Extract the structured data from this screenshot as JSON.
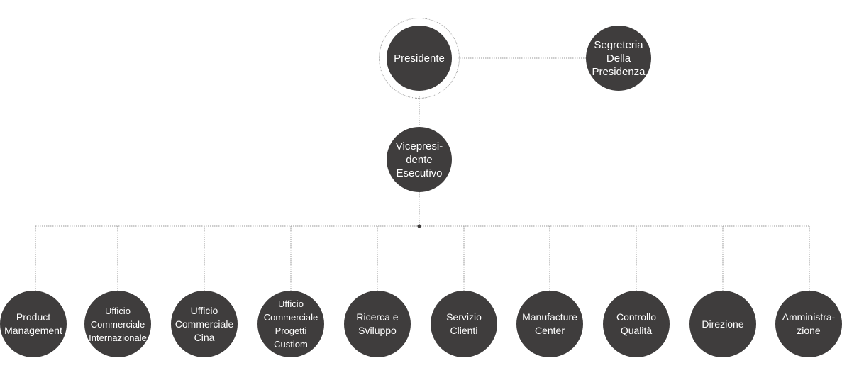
{
  "org_chart": {
    "president": {
      "label": "Presidente"
    },
    "secretariat": {
      "label": "Segreteria\nDella\nPresidenza"
    },
    "executive_vp": {
      "label": "Vicepresi-\ndente\nEsecutivo"
    },
    "departments": [
      {
        "label": "Product\nManagement"
      },
      {
        "label": "Ufficio\nCommerciale\nInternazionale"
      },
      {
        "label": "Ufficio\nCommerciale\nCina"
      },
      {
        "label": "Ufficio\nCommerciale\nProgetti\nCustiom"
      },
      {
        "label": "Ricerca e\nSviluppo"
      },
      {
        "label": "Servizio\nClienti"
      },
      {
        "label": "Manufacture\nCenter"
      },
      {
        "label": "Controllo\nQualità"
      },
      {
        "label": "Direzione"
      },
      {
        "label": "Amministra-\nzione"
      }
    ]
  },
  "colors": {
    "node_fill": "#3f3d3d",
    "connector": "#9a9a9a",
    "node_text": "#ffffff"
  }
}
